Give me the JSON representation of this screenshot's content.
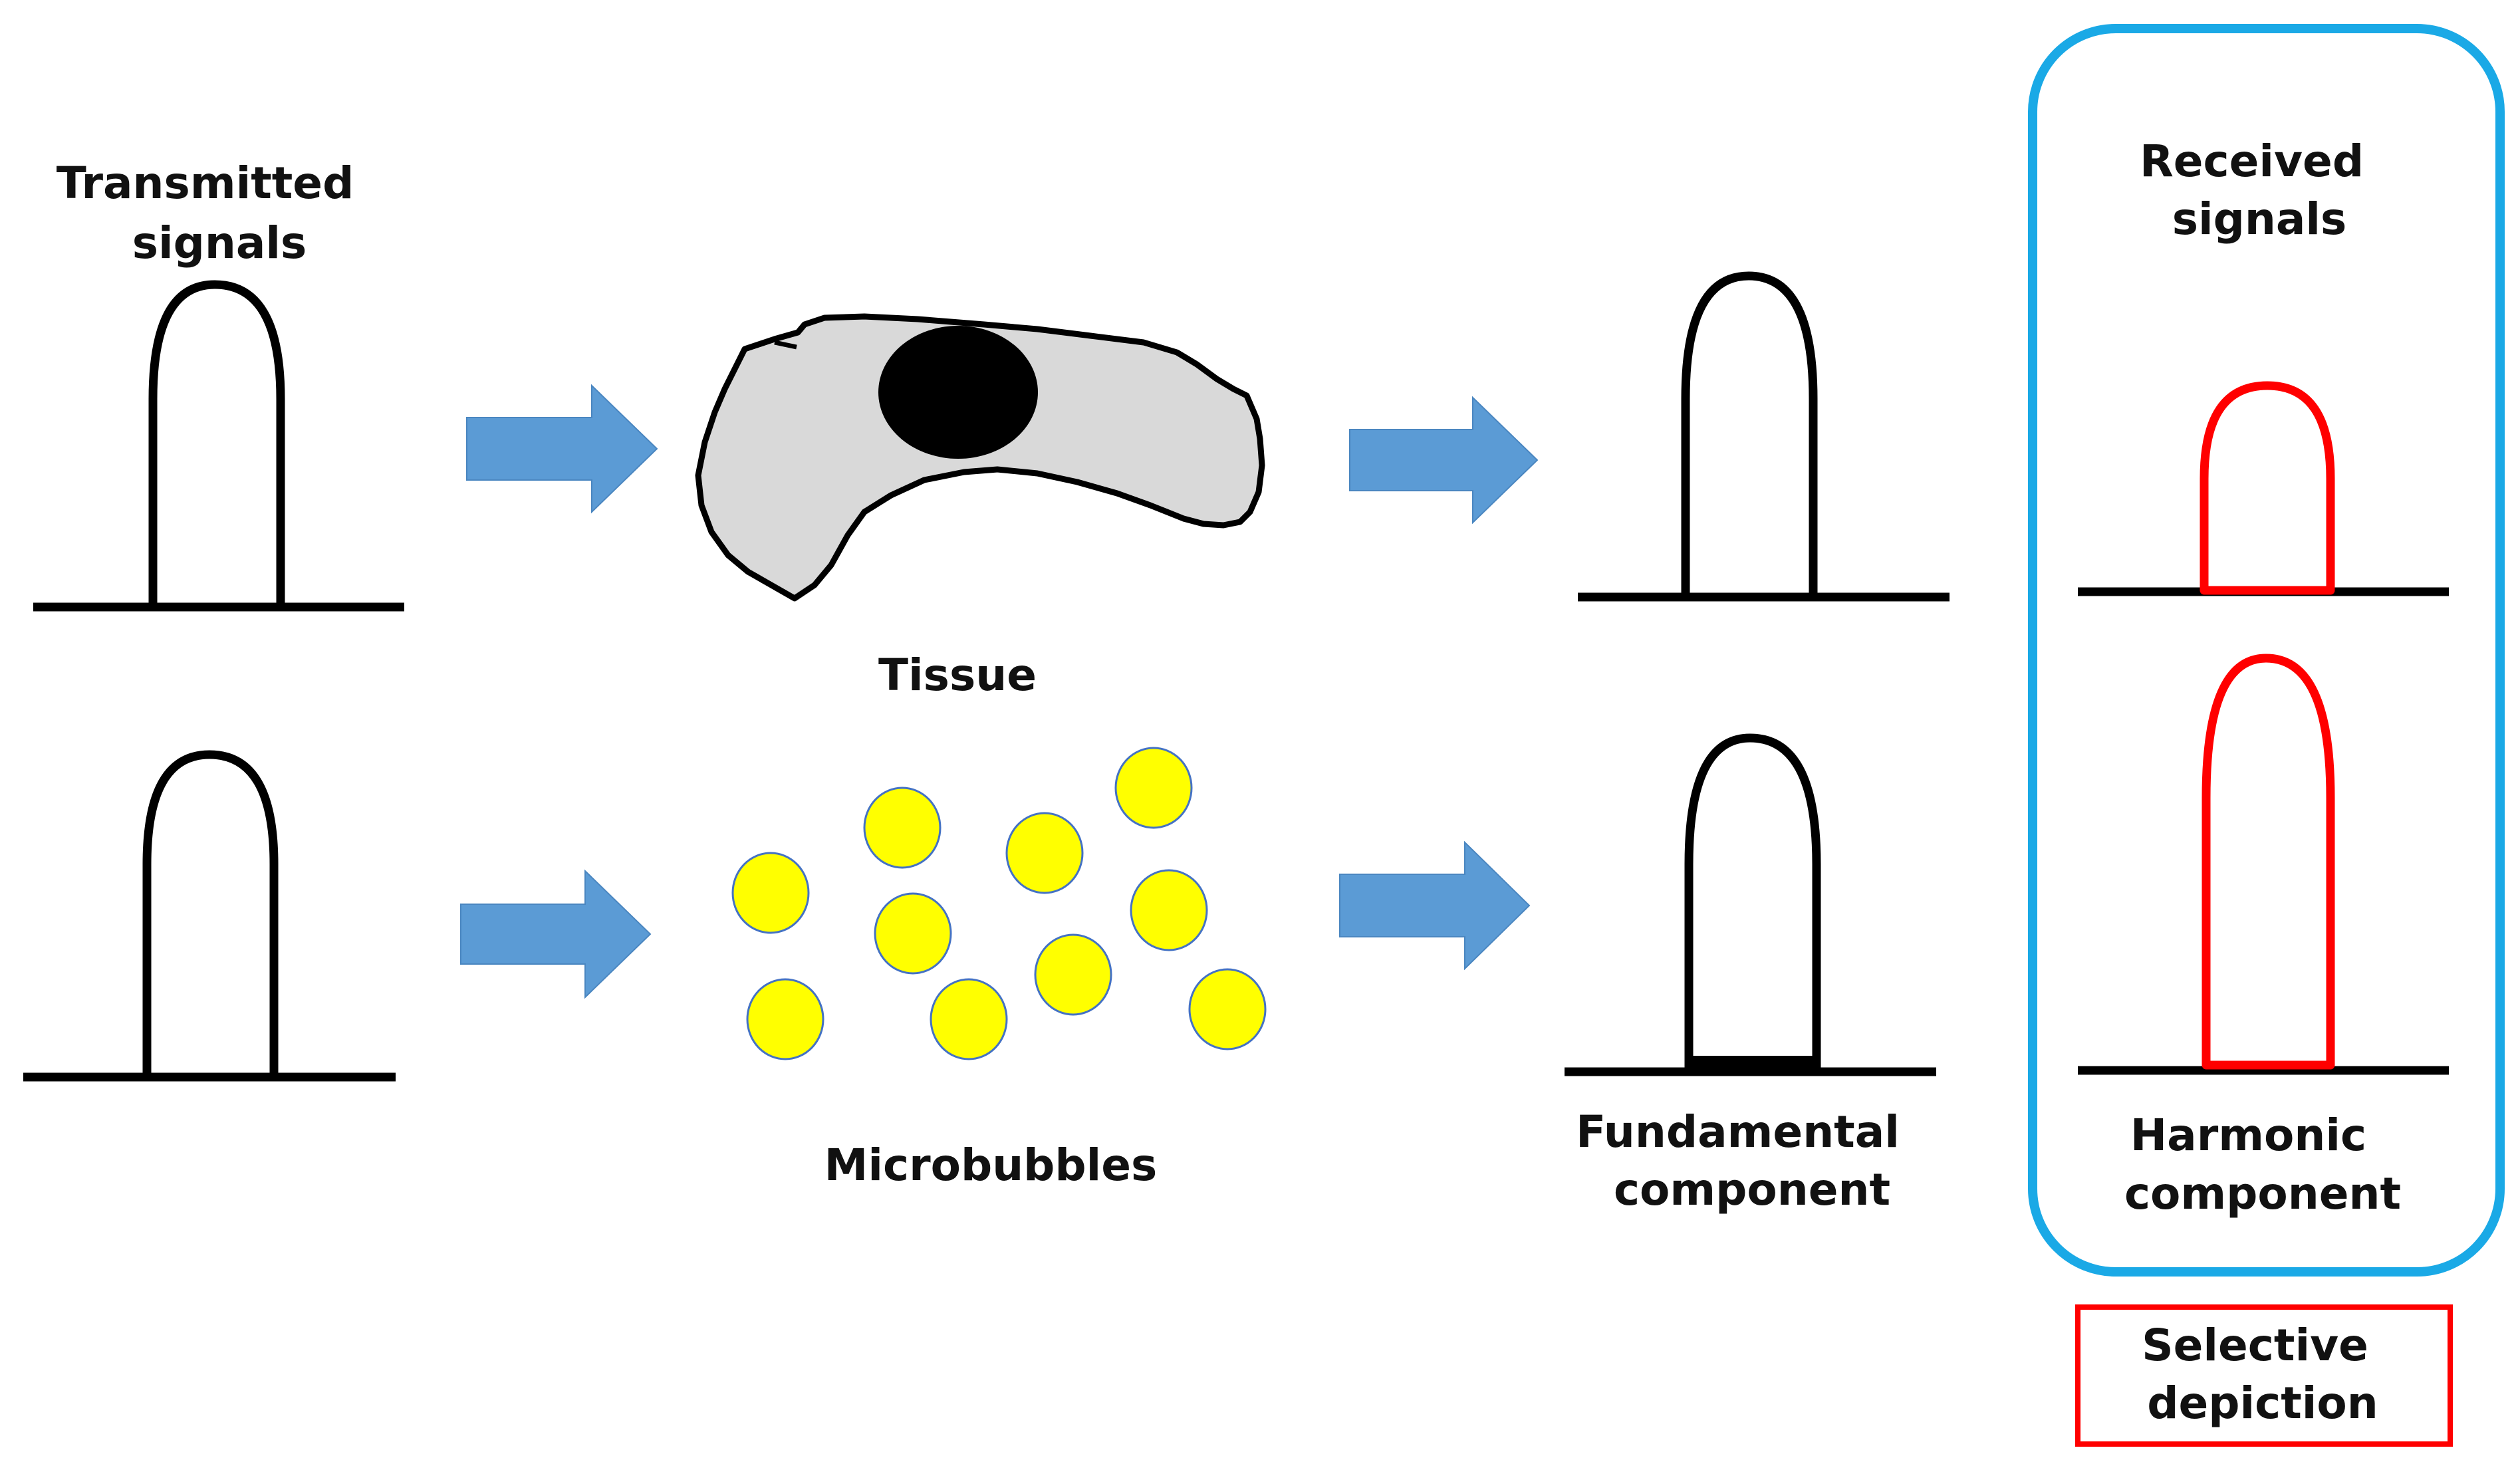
{
  "labels": {
    "transmitted": [
      "Transmitted",
      "signals"
    ],
    "tissue": "Tissue",
    "microbubbles": "Microbubbles",
    "fundamental": [
      "Fundamental",
      "component"
    ],
    "received": [
      "Received",
      "signals"
    ],
    "harmonic": [
      "Harmonic",
      "component"
    ],
    "selective": [
      "Selective",
      "depiction"
    ]
  },
  "colors": {
    "arrow": "#5b9bd5",
    "received_box": "#1aa9e6",
    "harmonic_pulse": "#ff0000",
    "selective_box": "#ff0000",
    "bubble_fill": "#ffff00",
    "tissue_fill": "#d9d9d9"
  }
}
